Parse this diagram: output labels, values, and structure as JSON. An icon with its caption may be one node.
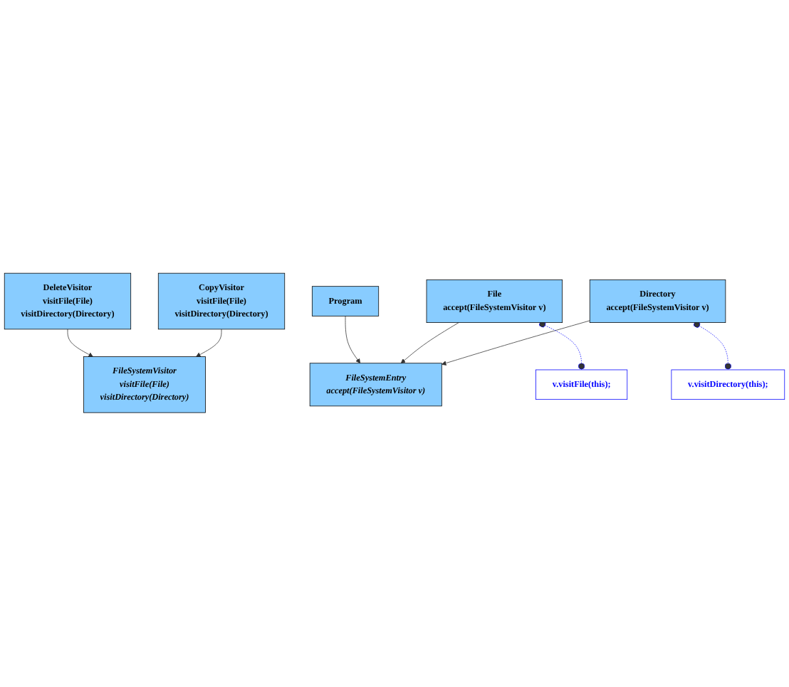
{
  "diagram": {
    "nodes": [
      {
        "text": [
          "FileSystemVisitor",
          "visitFile(File)",
          "visitDirectory(Directory)"
        ]
      },
      {
        "text": [
          "DeleteVisitor",
          "visitFile(File)",
          "visitDirectory(Directory)"
        ]
      },
      {
        "text": [
          "CopyVisitor",
          "visitFile(File)",
          "visitDirectory(Directory)"
        ]
      },
      {
        "text": [
          "Program"
        ]
      },
      {
        "text": [
          "FileSystemEntry",
          "accept(FileSystemVisitor v)"
        ]
      },
      {
        "text": [
          "File",
          "accept(FileSystemVisitor v)"
        ]
      },
      {
        "text": [
          "Directory",
          "accept(FileSystemVisitor v)"
        ]
      },
      {
        "text": [
          "v.visitFile(this);"
        ]
      },
      {
        "text": [
          "v.visitDirectory(this);"
        ]
      }
    ],
    "edges": [
      {
        "from": 1,
        "to": 0,
        "arrow": "to"
      },
      {
        "from": 2,
        "to": 0,
        "arrow": "to"
      },
      {
        "from": 3,
        "to": 4,
        "arrow": "to"
      },
      {
        "from": 5,
        "to": 4,
        "arrow": "to"
      },
      {
        "from": 6,
        "to": 4,
        "arrow": "to"
      },
      {
        "from": 5,
        "to": 7,
        "arrow": "other",
        "style": "dashed",
        "color": "#0000ff"
      },
      {
        "from": 6,
        "to": 8,
        "arrow": "other",
        "style": "dashed",
        "color": "#0000ff"
      }
    ]
  }
}
